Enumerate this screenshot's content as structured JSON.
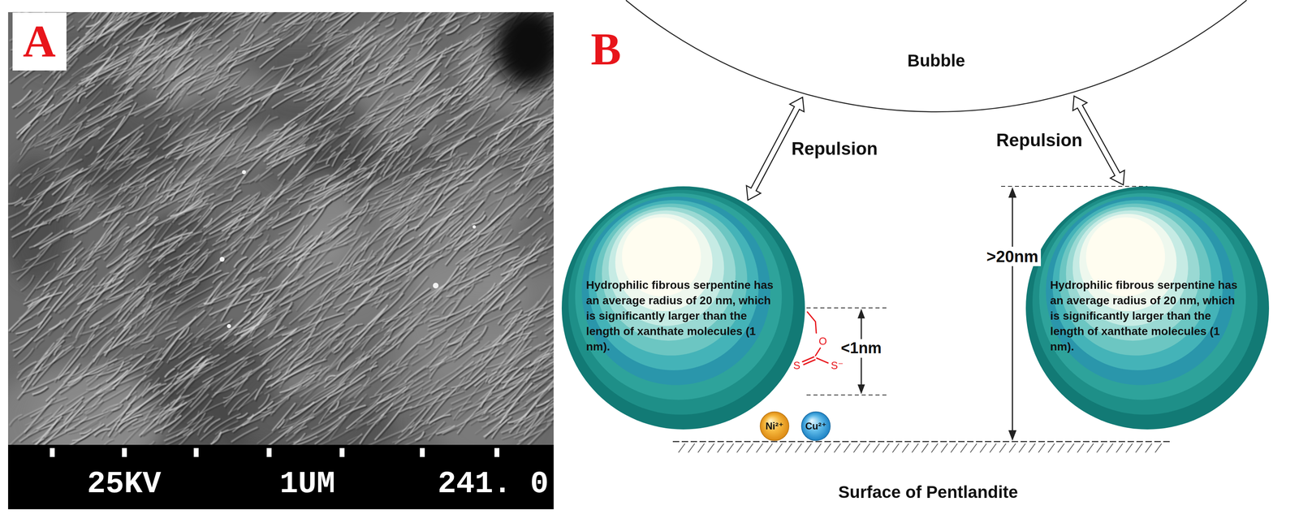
{
  "diagram": {
    "nodes": [
      {
        "text": [
          "Bubble"
        ]
      },
      {
        "text": [
          "Hydrophilic fibrous serpentine has an average radius of 20 nm, which is significantly larger than the length of xanthate molecules (1 nm)."
        ]
      },
      {
        "text": [
          "Hydrophilic fibrous serpentine has an average radius of 20 nm, which is significantly larger than the length of xanthate molecules (1 nm)."
        ]
      },
      {
        "text": [
          "Ni²⁺"
        ]
      },
      {
        "text": [
          "Cu²⁺"
        ]
      }
    ],
    "edges": [
      {
        "from": 1,
        "to": 0,
        "label": "Repulsion",
        "arrow": "both"
      },
      {
        "from": 2,
        "to": 0,
        "label": "Repulsion",
        "arrow": "both"
      }
    ],
    "labels": [
      "A",
      "25KV",
      "1UM",
      "241. 0",
      "B",
      ">20nm",
      "<1nm",
      "O",
      "S",
      "S⁻",
      "Surface of Pentlandite"
    ]
  }
}
